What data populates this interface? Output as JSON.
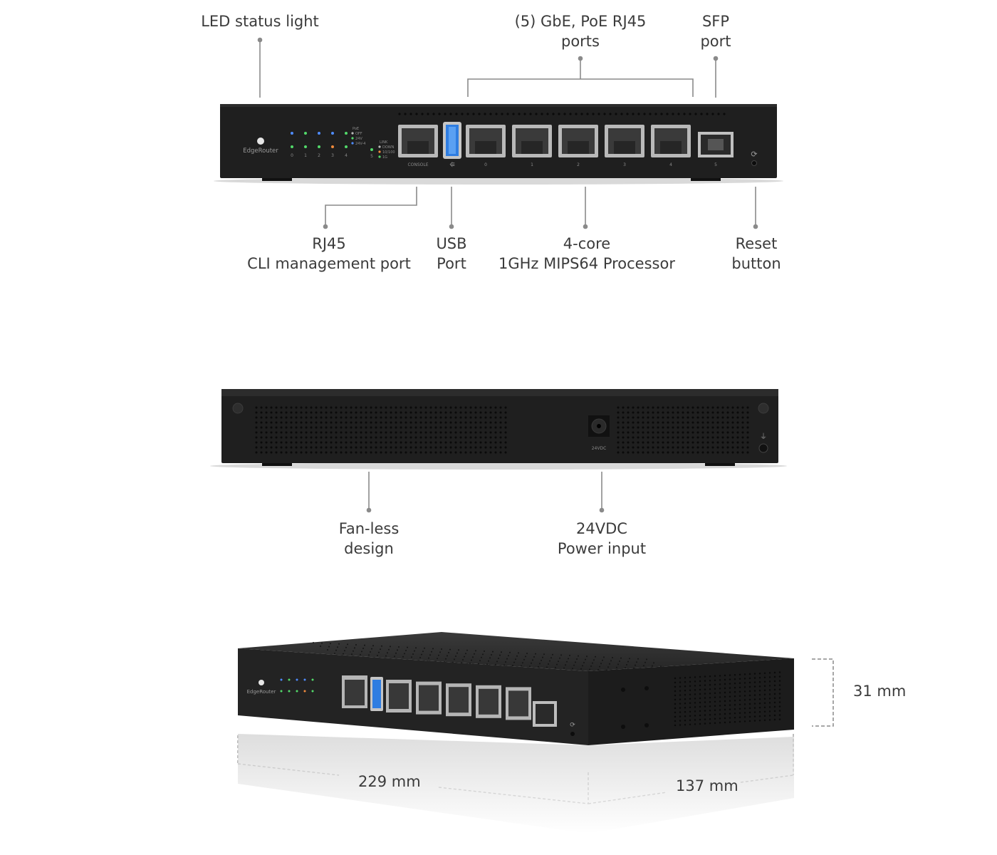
{
  "front": {
    "brand": "EdgeRouter",
    "led_numbers": [
      "0",
      "1",
      "2",
      "3",
      "4"
    ],
    "led_number_5": "5",
    "poe_legend": [
      "PoE",
      "OFF",
      "24V",
      "24V-4"
    ],
    "link_legend": [
      "LINK",
      "DOWN",
      "10/100",
      "1G"
    ],
    "console_label": "CONSOLE",
    "port_numbers": [
      "0",
      "1",
      "2",
      "3",
      "4"
    ],
    "sfp_number": "5"
  },
  "rear": {
    "power_label": "24VDC"
  },
  "callouts": {
    "led": [
      "LED status light"
    ],
    "gbe": [
      "(5) GbE, PoE RJ45",
      "ports"
    ],
    "sfp": [
      "SFP",
      "port"
    ],
    "rj45": [
      "RJ45",
      "CLI management port"
    ],
    "usb": [
      "USB",
      "Port"
    ],
    "cpu": [
      "4-core",
      "1GHz MIPS64 Processor"
    ],
    "reset": [
      "Reset",
      "button"
    ],
    "fanless": [
      "Fan-less",
      "design"
    ],
    "power": [
      "24VDC",
      "Power input"
    ]
  },
  "dimensions": {
    "height": "31 mm",
    "width": "229 mm",
    "depth": "137 mm"
  },
  "colors": {
    "chassis": "#1f1f1f",
    "led_blue": "#4f8cff",
    "led_green": "#52d96a",
    "led_orange": "#f08a3c",
    "usb_blue": "#2f7de1"
  }
}
